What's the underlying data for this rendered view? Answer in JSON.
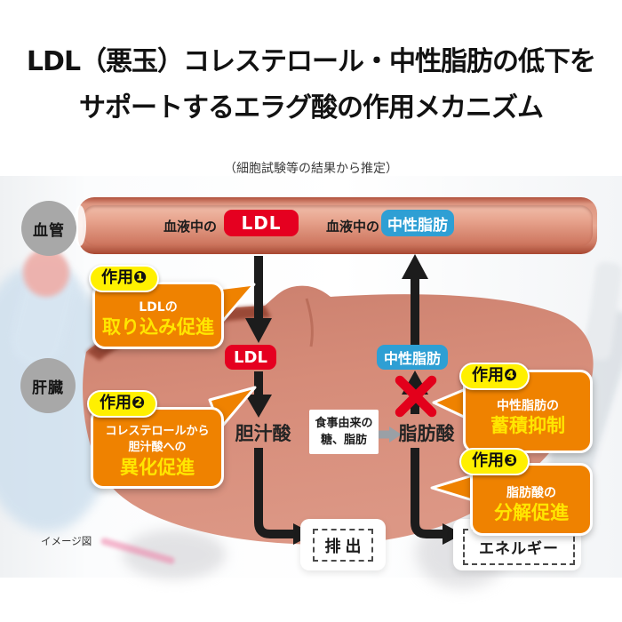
{
  "title": {
    "line1": "LDL（悪玉）コレステロール・中性脂肪の低下を",
    "line2": "サポートするエラグ酸の作用メカニズム"
  },
  "subtitle": "（細胞試験等の結果から推定）",
  "vessel": {
    "label": "血管",
    "ldl_prefix": "血液中の",
    "ldl": "LDL",
    "tg_prefix": "血液中の",
    "tg": "中性脂肪"
  },
  "liver": {
    "label": "肝臓",
    "ldl": "LDL",
    "tg": "中性脂肪",
    "bile_acid": "胆汁酸",
    "fatty_acid": "脂肪酸",
    "diet_line1": "食事由来の",
    "diet_line2": "糖、脂肪"
  },
  "actions": {
    "a1": {
      "tag": "作用❶",
      "line1": "LDLの",
      "highlight": "取り込み促進"
    },
    "a2": {
      "tag": "作用❷",
      "line1": "コレステロールから",
      "line2": "胆汁酸への",
      "highlight": "異化促進"
    },
    "a3": {
      "tag": "作用❸",
      "line1": "脂肪酸の",
      "highlight": "分解促進"
    },
    "a4": {
      "tag": "作用❹",
      "line1": "中性脂肪の",
      "highlight": "蓄積抑制"
    }
  },
  "outputs": {
    "excretion": "排出",
    "energy": "エネルギー"
  },
  "note": "イメージ図",
  "colors": {
    "ldl_red": "#e50020",
    "tg_blue": "#2e9fd4",
    "bubble_orange": "#ef8200",
    "tag_yellow": "#fff000",
    "highlight_yellow": "#ffe600",
    "arrow_black": "#1c1c1c",
    "cross_red": "#e3001b",
    "liver_salmon": "#d68c79",
    "vessel_salmon": "#d98570",
    "label_circle_gray": "#a8a8a8"
  }
}
